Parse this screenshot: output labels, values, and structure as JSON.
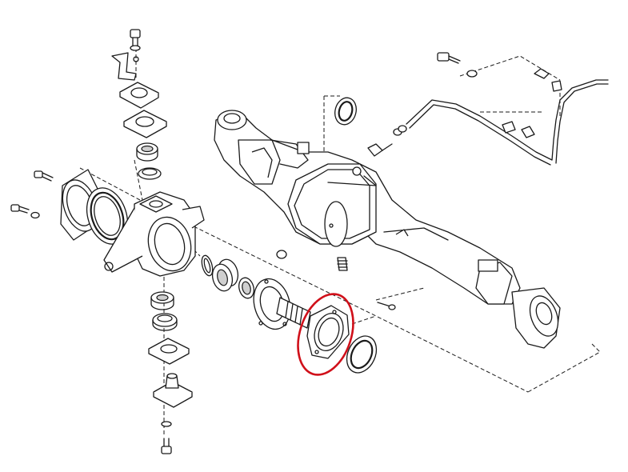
{
  "diagram": {
    "type": "exploded-parts-diagram",
    "highlight_color": "#d0101a",
    "line_color": "#1a1a1a",
    "background": "#ffffff",
    "parts": [
      {
        "id": "kingpin-upper-bolt"
      },
      {
        "id": "kingpin-upper-bracket"
      },
      {
        "id": "kingpin-upper-cap"
      },
      {
        "id": "kingpin-upper-shim"
      },
      {
        "id": "kingpin-upper-bearing"
      },
      {
        "id": "kingpin-upper-seal"
      },
      {
        "id": "knuckle-flange-bolt"
      },
      {
        "id": "knuckle-oil-seal-retainer"
      },
      {
        "id": "knuckle-oil-seal"
      },
      {
        "id": "steering-knuckle"
      },
      {
        "id": "knuckle-spacer-ring"
      },
      {
        "id": "wheel-bearing-outer"
      },
      {
        "id": "wheel-bearing-inner"
      },
      {
        "id": "spindle"
      },
      {
        "id": "spindle-seal-retainer",
        "highlighted": true
      },
      {
        "id": "axle-shaft-seal"
      },
      {
        "id": "kingpin-lower-bearing"
      },
      {
        "id": "kingpin-lower-seal"
      },
      {
        "id": "kingpin-lower-shim"
      },
      {
        "id": "kingpin-lower-cap"
      },
      {
        "id": "kingpin-lower-bolt"
      },
      {
        "id": "axle-housing"
      },
      {
        "id": "differential-cover"
      },
      {
        "id": "pinion-seal"
      },
      {
        "id": "breather-hose"
      },
      {
        "id": "breather-fitting"
      },
      {
        "id": "brake-line"
      },
      {
        "id": "drain-plug"
      },
      {
        "id": "axle-housing-end-right"
      }
    ]
  }
}
